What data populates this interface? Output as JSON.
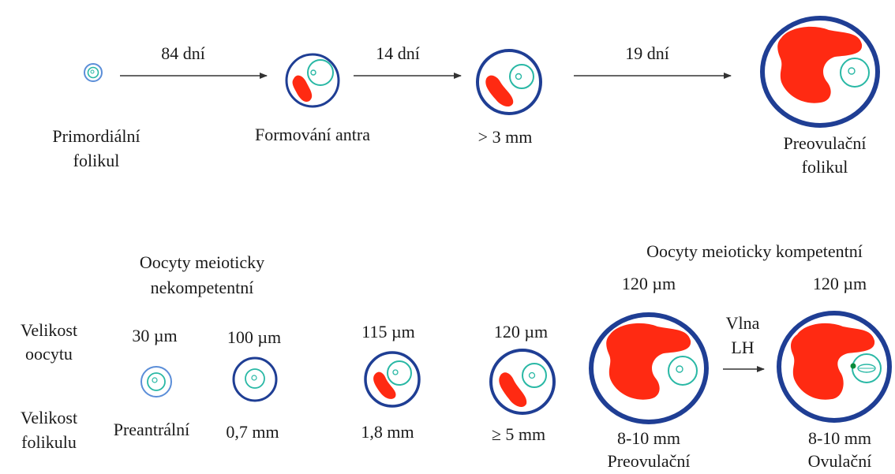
{
  "top_row": {
    "primordial": {
      "line1": "Primordiální",
      "line2": "folikul"
    },
    "antrum": "Formování antra",
    "gt3": "> 3 mm",
    "preov": {
      "line1": "Preovulační",
      "line2": "folikul"
    },
    "arrows": [
      "84 dní",
      "14 dní",
      "19 dní"
    ]
  },
  "bottom_row": {
    "incompetent": {
      "line1": "Oocyty meioticky",
      "line2": "nekompetentní"
    },
    "competent": "Oocyty meioticky kompetentní",
    "row_labels": {
      "oocyte": {
        "line1": "Velikost",
        "line2": "oocytu"
      },
      "follicle": {
        "line1": "Velikost",
        "line2": "folikulu"
      }
    },
    "oocyte_sizes": [
      "30 µm",
      "100 µm",
      "115 µm",
      "120 µm",
      "120 µm",
      "120 µm"
    ],
    "follicle_sizes": [
      "Preantrální",
      "0,7 mm",
      "1,8 mm",
      "≥ 5 mm",
      "8-10 mm",
      "8-10 mm"
    ],
    "stage_names": [
      "Preovulační",
      "Ovulační"
    ],
    "lh_wave": {
      "line1": "Vlna",
      "line2": "LH"
    }
  },
  "colors": {
    "follicle_wall": "#1f3e94",
    "antrum": "#ff2a12",
    "oocyte": "#29b8a5",
    "lh_dot": "#0a8a3a",
    "arrow": "#333333"
  }
}
